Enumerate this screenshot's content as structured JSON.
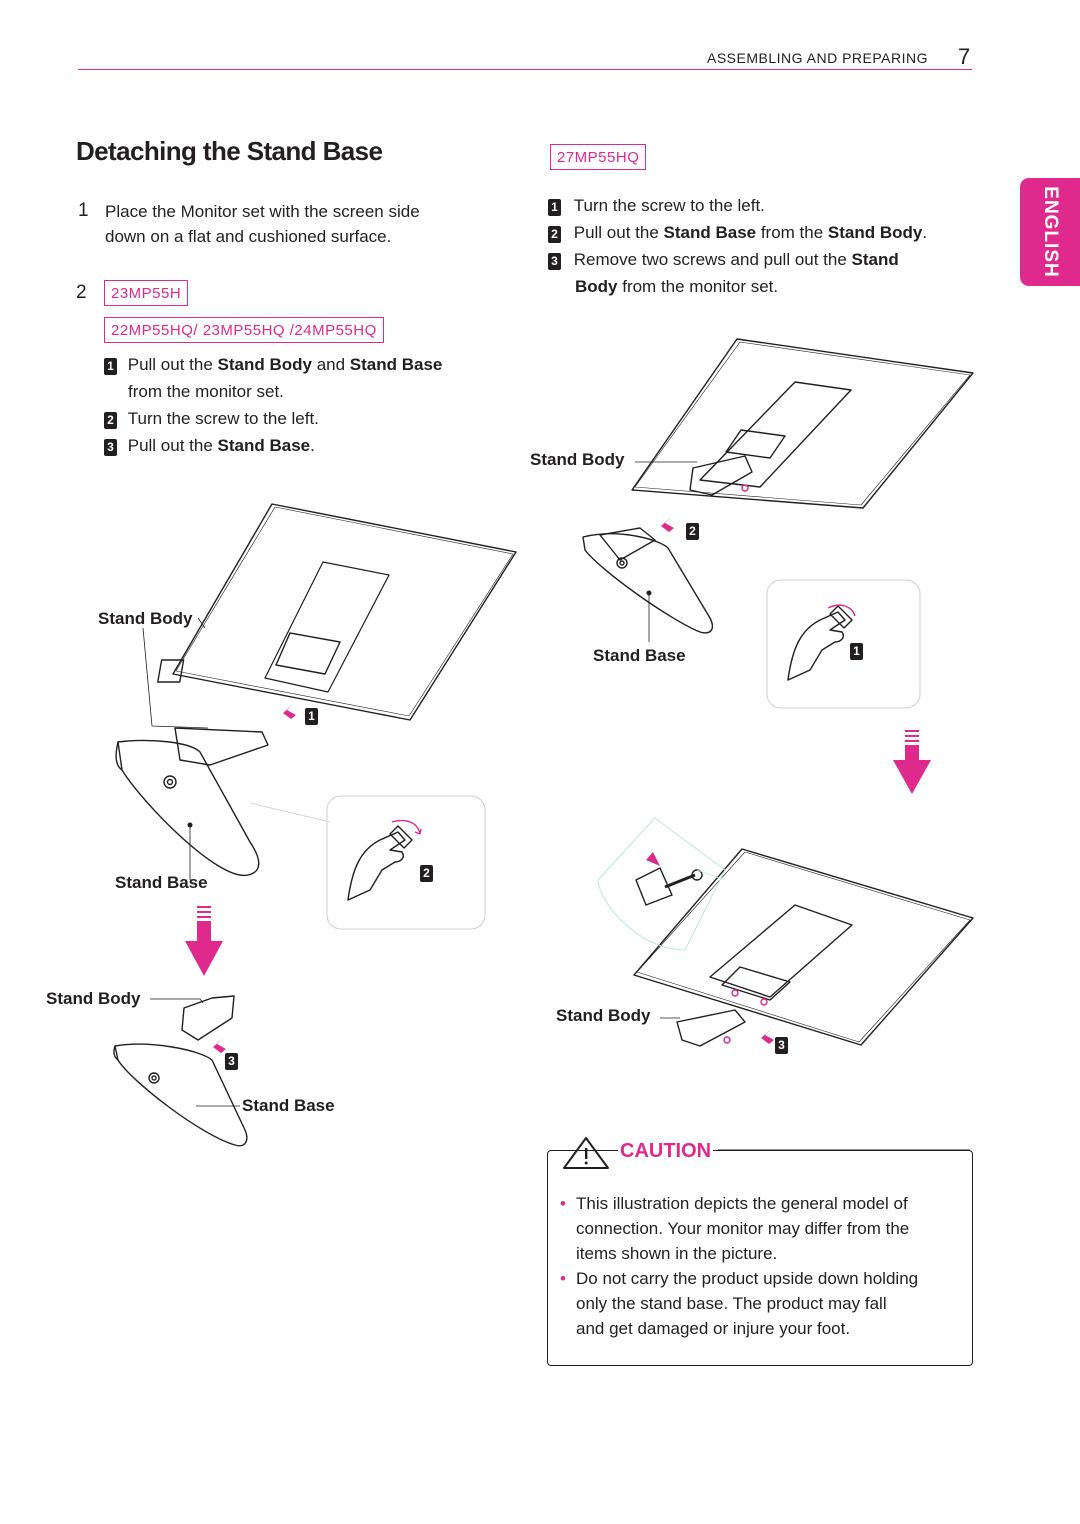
{
  "header": {
    "section_title": "ASSEMBLING AND PREPARING",
    "page_number": "7"
  },
  "language_tab": "ENGLISH",
  "title": "Detaching the Stand Base",
  "step1": {
    "number": "1",
    "text_line1": "Place the Monitor set with the screen side",
    "text_line2": "down on a flat and cushioned surface."
  },
  "step2": {
    "number": "2",
    "model_a": "23MP55H",
    "model_b": "22MP55HQ/ 23MP55HQ /24MP55HQ",
    "substeps": [
      {
        "badge": "1",
        "pre": "Pull out the ",
        "b1": "Stand Body",
        "mid": " and ",
        "b2": "Stand Base",
        "line2": "from the monitor set."
      },
      {
        "badge": "2",
        "text": "Turn the screw to the left."
      },
      {
        "badge": "3",
        "pre": "Pull out the ",
        "b1": "Stand Base",
        "post": "."
      }
    ]
  },
  "right_column": {
    "model": "27MP55HQ",
    "substeps": [
      {
        "badge": "1",
        "text": "Turn the screw to the left."
      },
      {
        "badge": "2",
        "pre": "Pull out the ",
        "b1": "Stand Base",
        "mid": " from the ",
        "b2": "Stand Body",
        "post": "."
      },
      {
        "badge": "3",
        "pre": "Remove two screws and pull out the ",
        "b1": "Stand",
        "line2_bold": "Body",
        "line2": " from the monitor set."
      }
    ]
  },
  "figure_labels": {
    "stand_body": "Stand Body",
    "stand_base": "Stand Base",
    "step_1": "1",
    "step_2": "2",
    "step_3": "3"
  },
  "caution": {
    "title": "CAUTION",
    "bullets": [
      {
        "line1": "This illustration depicts the general model of",
        "line2": "connection. Your monitor may differ from the",
        "line3": "items shown in the picture."
      },
      {
        "line1": "Do not carry the product upside down holding",
        "line2": "only the stand base. The product may fall",
        "line3": "and get damaged or injure your foot."
      }
    ]
  },
  "colors": {
    "accent": "#e0298c",
    "text": "#231f20",
    "line": "#231f20"
  }
}
